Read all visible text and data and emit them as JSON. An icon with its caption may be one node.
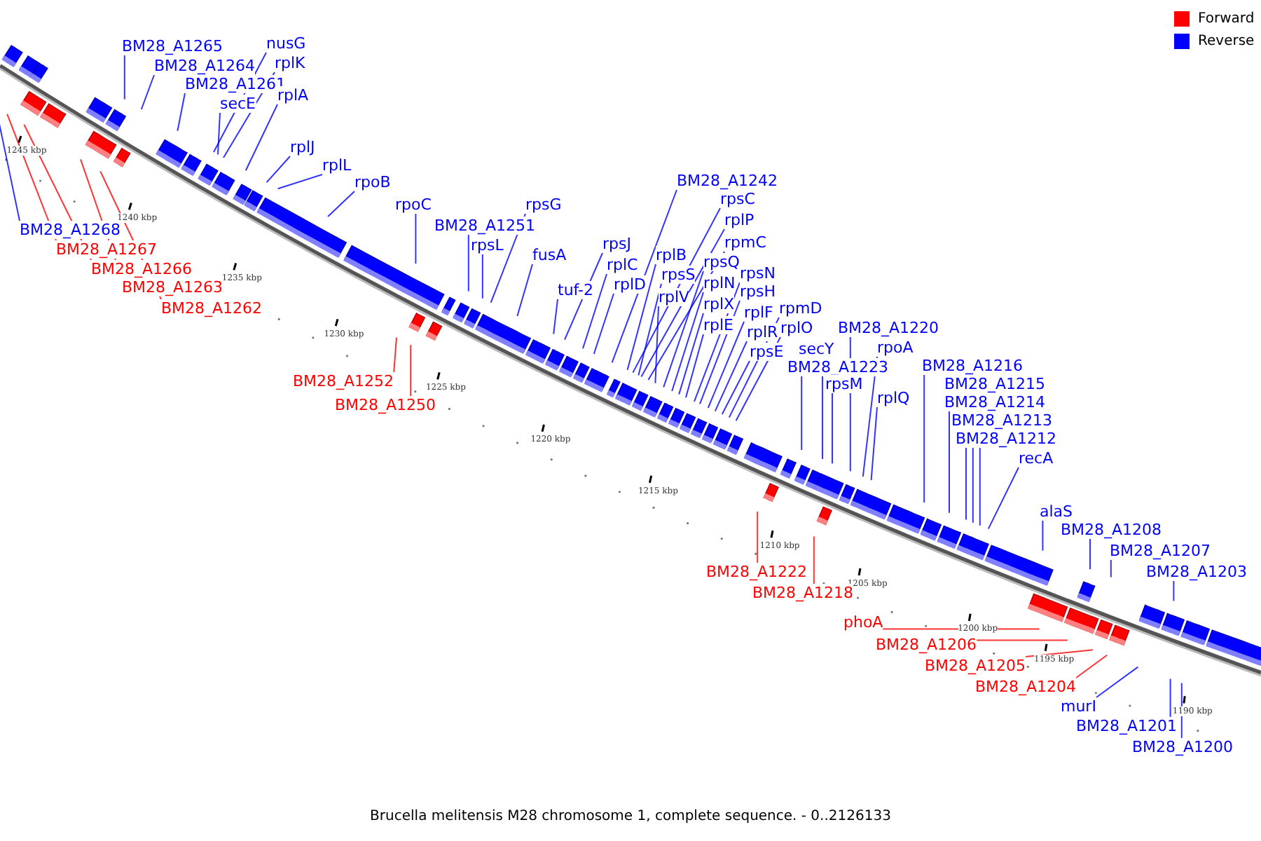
{
  "diagram": {
    "caption": "Brucella melitensis M28 chromosome 1, complete sequence. - 0..2126133",
    "nodes": [
      {
        "text": [
          "BM28_A1265"
        ]
      },
      {
        "text": [
          "BM28_A1264"
        ]
      },
      {
        "text": [
          "BM28_A1261"
        ]
      },
      {
        "text": [
          "nusG"
        ]
      },
      {
        "text": [
          "rplK"
        ]
      },
      {
        "text": [
          "secE"
        ]
      },
      {
        "text": [
          "rplA"
        ]
      },
      {
        "text": [
          "rplJ"
        ]
      },
      {
        "text": [
          "rplL"
        ]
      },
      {
        "text": [
          "rpoB"
        ]
      },
      {
        "text": [
          "rpoC"
        ]
      },
      {
        "text": [
          "BM28_A1251"
        ]
      },
      {
        "text": [
          "rpsG"
        ]
      },
      {
        "text": [
          "rpsL"
        ]
      },
      {
        "text": [
          "fusA"
        ]
      },
      {
        "text": [
          "rpsJ"
        ]
      },
      {
        "text": [
          "tuf-2"
        ]
      },
      {
        "text": [
          "rplC"
        ]
      },
      {
        "text": [
          "rplD"
        ]
      },
      {
        "text": [
          "BM28_A1242"
        ]
      },
      {
        "text": [
          "rpsC"
        ]
      },
      {
        "text": [
          "rplP"
        ]
      },
      {
        "text": [
          "rpmC"
        ]
      },
      {
        "text": [
          "rplB"
        ]
      },
      {
        "text": [
          "rpsS"
        ]
      },
      {
        "text": [
          "rplV"
        ]
      },
      {
        "text": [
          "rpsQ"
        ]
      },
      {
        "text": [
          "rplN"
        ]
      },
      {
        "text": [
          "rplX"
        ]
      },
      {
        "text": [
          "rplE"
        ]
      },
      {
        "text": [
          "rpsN"
        ]
      },
      {
        "text": [
          "rpsH"
        ]
      },
      {
        "text": [
          "rplF"
        ]
      },
      {
        "text": [
          "rplR"
        ]
      },
      {
        "text": [
          "rpsE"
        ]
      },
      {
        "text": [
          "rpmD"
        ]
      },
      {
        "text": [
          "rplO"
        ]
      },
      {
        "text": [
          "secY"
        ]
      },
      {
        "text": [
          "BM28_A1223"
        ]
      },
      {
        "text": [
          "rpsM"
        ]
      },
      {
        "text": [
          "BM28_A1220"
        ]
      },
      {
        "text": [
          "rpoA"
        ]
      },
      {
        "text": [
          "rplQ"
        ]
      },
      {
        "text": [
          "BM28_A1216"
        ]
      },
      {
        "text": [
          "BM28_A1215"
        ]
      },
      {
        "text": [
          "BM28_A1214"
        ]
      },
      {
        "text": [
          "BM28_A1213"
        ]
      },
      {
        "text": [
          "BM28_A1212"
        ]
      },
      {
        "text": [
          "recA"
        ]
      },
      {
        "text": [
          "alaS"
        ]
      },
      {
        "text": [
          "BM28_A1208"
        ]
      },
      {
        "text": [
          "BM28_A1207"
        ]
      },
      {
        "text": [
          "BM28_A1203"
        ]
      },
      {
        "text": [
          "murI"
        ]
      },
      {
        "text": [
          "BM28_A1201"
        ]
      },
      {
        "text": [
          "BM28_A1200"
        ]
      },
      {
        "text": [
          "BM28_A1268"
        ]
      },
      {
        "text": [
          "BM28_A1267"
        ]
      },
      {
        "text": [
          "BM28_A1266"
        ]
      },
      {
        "text": [
          "BM28_A1263"
        ]
      },
      {
        "text": [
          "BM28_A1262"
        ]
      },
      {
        "text": [
          "BM28_A1252"
        ]
      },
      {
        "text": [
          "BM28_A1250"
        ]
      },
      {
        "text": [
          "BM28_A1222"
        ]
      },
      {
        "text": [
          "BM28_A1218"
        ]
      },
      {
        "text": [
          "phoA"
        ]
      },
      {
        "text": [
          "BM28_A1206"
        ]
      },
      {
        "text": [
          "BM28_A1205"
        ]
      },
      {
        "text": [
          "BM28_A1204"
        ]
      }
    ],
    "edges": [
      {
        "from": 0,
        "to": null,
        "arrow": "none"
      },
      {
        "from": 1,
        "to": null,
        "arrow": "none"
      },
      {
        "from": 2,
        "to": null,
        "arrow": "none"
      },
      {
        "from": 3,
        "to": null,
        "arrow": "none"
      },
      {
        "from": 4,
        "to": null,
        "arrow": "none"
      },
      {
        "from": 5,
        "to": null,
        "arrow": "none"
      },
      {
        "from": 6,
        "to": null,
        "arrow": "none"
      },
      {
        "from": 7,
        "to": null,
        "arrow": "none"
      },
      {
        "from": 8,
        "to": null,
        "arrow": "none"
      },
      {
        "from": 9,
        "to": null,
        "arrow": "none"
      },
      {
        "from": 10,
        "to": null,
        "arrow": "none"
      },
      {
        "from": 11,
        "to": null,
        "arrow": "none"
      },
      {
        "from": 12,
        "to": null,
        "arrow": "none"
      },
      {
        "from": 13,
        "to": null,
        "arrow": "none"
      },
      {
        "from": 14,
        "to": null,
        "arrow": "none"
      },
      {
        "from": 15,
        "to": null,
        "arrow": "none"
      },
      {
        "from": 16,
        "to": null,
        "arrow": "none"
      },
      {
        "from": 17,
        "to": null,
        "arrow": "none"
      },
      {
        "from": 18,
        "to": null,
        "arrow": "none"
      },
      {
        "from": 19,
        "to": null,
        "arrow": "none"
      },
      {
        "from": 20,
        "to": null,
        "arrow": "none"
      },
      {
        "from": 21,
        "to": null,
        "arrow": "none"
      },
      {
        "from": 22,
        "to": null,
        "arrow": "none"
      },
      {
        "from": 23,
        "to": null,
        "arrow": "none"
      },
      {
        "from": 24,
        "to": null,
        "arrow": "none"
      },
      {
        "from": 25,
        "to": null,
        "arrow": "none"
      },
      {
        "from": 26,
        "to": null,
        "arrow": "none"
      },
      {
        "from": 27,
        "to": null,
        "arrow": "none"
      },
      {
        "from": 28,
        "to": null,
        "arrow": "none"
      },
      {
        "from": 29,
        "to": null,
        "arrow": "none"
      },
      {
        "from": 30,
        "to": null,
        "arrow": "none"
      },
      {
        "from": 31,
        "to": null,
        "arrow": "none"
      },
      {
        "from": 32,
        "to": null,
        "arrow": "none"
      },
      {
        "from": 33,
        "to": null,
        "arrow": "none"
      },
      {
        "from": 34,
        "to": null,
        "arrow": "none"
      },
      {
        "from": 35,
        "to": null,
        "arrow": "none"
      },
      {
        "from": 36,
        "to": null,
        "arrow": "none"
      },
      {
        "from": 37,
        "to": null,
        "arrow": "none"
      },
      {
        "from": 38,
        "to": null,
        "arrow": "none"
      },
      {
        "from": 39,
        "to": null,
        "arrow": "none"
      },
      {
        "from": 40,
        "to": null,
        "arrow": "none"
      },
      {
        "from": 41,
        "to": null,
        "arrow": "none"
      },
      {
        "from": 42,
        "to": null,
        "arrow": "none"
      },
      {
        "from": 43,
        "to": null,
        "arrow": "none"
      },
      {
        "from": 44,
        "to": null,
        "arrow": "none"
      },
      {
        "from": 45,
        "to": null,
        "arrow": "none"
      },
      {
        "from": 46,
        "to": null,
        "arrow": "none"
      },
      {
        "from": 47,
        "to": null,
        "arrow": "none"
      },
      {
        "from": 48,
        "to": null,
        "arrow": "none"
      },
      {
        "from": 49,
        "to": null,
        "arrow": "none"
      },
      {
        "from": 50,
        "to": null,
        "arrow": "none"
      },
      {
        "from": 51,
        "to": null,
        "arrow": "none"
      },
      {
        "from": 52,
        "to": null,
        "arrow": "none"
      },
      {
        "from": 53,
        "to": null,
        "arrow": "none"
      },
      {
        "from": 54,
        "to": null,
        "arrow": "none"
      },
      {
        "from": 55,
        "to": null,
        "arrow": "none"
      },
      {
        "from": 56,
        "to": null,
        "arrow": "none"
      },
      {
        "from": 57,
        "to": null,
        "arrow": "none",
        "color": "#ff0000"
      },
      {
        "from": 58,
        "to": null,
        "arrow": "none",
        "color": "#ff0000"
      },
      {
        "from": 59,
        "to": null,
        "arrow": "none",
        "color": "#ff0000"
      },
      {
        "from": 60,
        "to": null,
        "arrow": "none",
        "color": "#ff0000"
      },
      {
        "from": 61,
        "to": null,
        "arrow": "none",
        "color": "#ff0000"
      },
      {
        "from": 62,
        "to": null,
        "arrow": "none",
        "color": "#ff0000"
      },
      {
        "from": 63,
        "to": null,
        "arrow": "none",
        "color": "#ff0000"
      },
      {
        "from": 64,
        "to": null,
        "arrow": "none",
        "color": "#ff0000"
      },
      {
        "from": 65,
        "to": null,
        "arrow": "none",
        "color": "#ff0000"
      },
      {
        "from": 66,
        "to": null,
        "arrow": "none",
        "color": "#ff0000"
      },
      {
        "from": 67,
        "to": null,
        "arrow": "none",
        "color": "#ff0000"
      },
      {
        "from": 68,
        "to": null,
        "arrow": "none",
        "color": "#ff0000"
      }
    ],
    "labels": [
      "1245 kbp",
      "1240 kbp",
      "1235 kbp",
      "1230 kbp",
      "1225 kbp",
      "1220 kbp",
      "1215 kbp",
      "1210 kbp",
      "1205 kbp",
      "1200 kbp",
      "1195 kbp",
      "1190 kbp"
    ],
    "legend": [
      {
        "text": "Forward",
        "color": "#ff0000"
      },
      {
        "text": "Reverse",
        "color": "#0000ff"
      }
    ]
  }
}
